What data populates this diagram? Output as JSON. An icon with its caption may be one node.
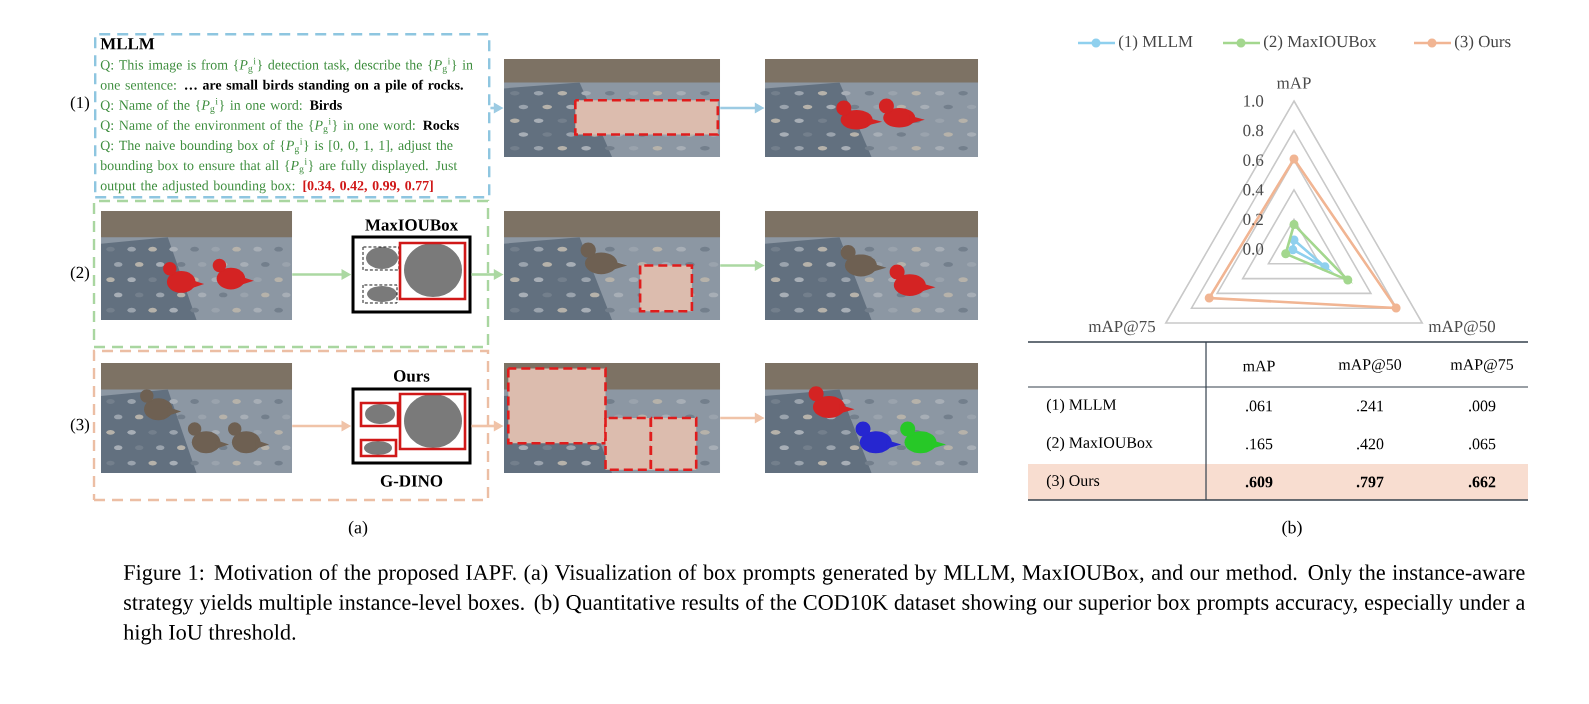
{
  "diagram": {
    "caption": "Figure 1: Motivation of the proposed IAPF. (a) Visualization of box prompts generated by MLLM, MaxIOUBox, and our method. Only the instance-aware strategy yields multiple instance-level boxes. (b) Quantitative results of the COD10K dataset showing our superior box prompts accuracy, especially under a high IoU threshold.",
    "nodes": [
      {
        "text": [
          "MLLM",
          "Q: This image is from {*P*$_{g}$$^{i}$} detection task, describe the {*P*$_{g}$$^{i}$} in one sentence:",
          "… are small birds standing on a pile of rocks.",
          "Q: Name of the {*P*$_{g}$$^{i}$} in one word:",
          "Birds",
          "Q: Name of the environment of the {*P*$_{g}$$^{i}$} in one word:",
          "Rocks",
          "Q: The naive bounding box of {*P*$_{g}$$^{i}$} is [0, 0, 1, 1], adjust the bounding box to ensure that all {*P*$_{g}$$^{i}$} are fully displayed. Just output the adjusted bounding box:",
          "[0.34, 0.42, 0.99, 0.77]"
        ]
      },
      {
        "text": [],
        "shape": "picture"
      },
      {
        "text": [],
        "shape": "picture"
      },
      {
        "text": [],
        "shape": "box"
      },
      {
        "text": [],
        "shape": "picture",
        "in": 3
      },
      {
        "text": [
          "MaxIOUBox"
        ],
        "in": 3
      },
      {
        "text": [],
        "shape": "picture"
      },
      {
        "text": [],
        "shape": "picture"
      },
      {
        "text": [],
        "shape": "box"
      },
      {
        "text": [],
        "shape": "picture",
        "in": 8
      },
      {
        "text": [
          "Ours",
          "G-DINO"
        ],
        "in": 8
      },
      {
        "text": [],
        "shape": "picture"
      },
      {
        "text": [],
        "shape": "picture"
      }
    ],
    "edges": [
      {
        "from": 0,
        "to": 1,
        "arrow": "to",
        "color": "#9ccbe3"
      },
      {
        "from": 1,
        "to": 2,
        "arrow": "to",
        "color": "#9ccbe3"
      },
      {
        "from": 4,
        "to": 5,
        "arrow": "to",
        "color": "#abd8a2"
      },
      {
        "from": 5,
        "to": 6,
        "arrow": "to",
        "color": "#abd8a2"
      },
      {
        "from": 6,
        "to": 7,
        "arrow": "to",
        "color": "#abd8a2"
      },
      {
        "from": 9,
        "to": 10,
        "arrow": "to",
        "color": "#f0c3a8"
      },
      {
        "from": 10,
        "to": 11,
        "arrow": "to",
        "color": "#f0c3a8"
      },
      {
        "from": 11,
        "to": 12,
        "arrow": "to",
        "color": "#f0c3a8"
      }
    ],
    "labels": [
      "(1)",
      "(2)",
      "(3)",
      "mAP",
      "1.0",
      "0.8",
      "0.6",
      "0.4",
      "0.2",
      "0.0",
      "mAP@75",
      "mAP@50",
      "mAP",
      "mAP@50",
      "mAP@75",
      "(1) MLLM",
      ".061",
      ".241",
      ".009",
      "(2) MaxIOUBox",
      ".165",
      ".420",
      ".065",
      "(3) Ours",
      ".609",
      ".797",
      ".662",
      "(a)",
      "(b)"
    ],
    "legend": [
      {
        "text": "(1) MLLM"
      },
      {
        "text": "(2) MaxIOUBox"
      },
      {
        "text": "(3) Ours"
      }
    ]
  }
}
